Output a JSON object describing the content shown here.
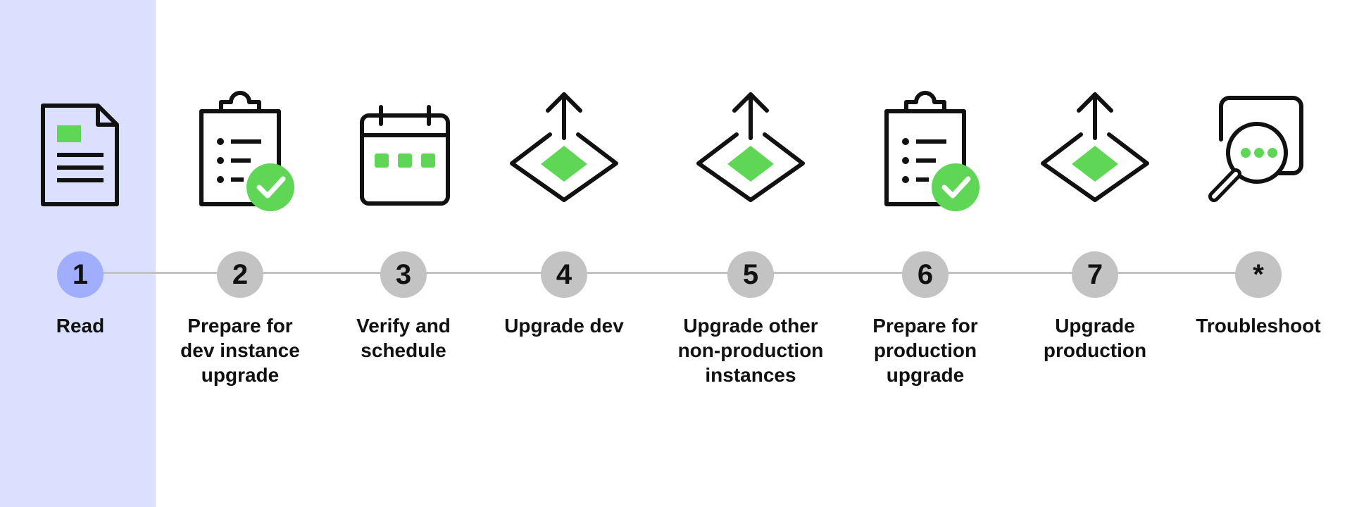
{
  "colors": {
    "active_panel": "#dae0fe",
    "active_badge": "#a1adfd",
    "badge": "#c3c3c3",
    "line": "#c3c3c3",
    "accent": "#5fd655",
    "stroke": "#111111"
  },
  "steps": [
    {
      "badge": "1",
      "icon": "document-icon",
      "label": [
        "Read"
      ]
    },
    {
      "badge": "2",
      "icon": "clipboard-check-icon",
      "label": [
        "Prepare for",
        "dev instance",
        "upgrade"
      ]
    },
    {
      "badge": "3",
      "icon": "calendar-icon",
      "label": [
        "Verify and",
        "schedule"
      ]
    },
    {
      "badge": "4",
      "icon": "upgrade-arrow-icon",
      "label": [
        "Upgrade dev"
      ]
    },
    {
      "badge": "5",
      "icon": "upgrade-arrow-icon",
      "label": [
        "Upgrade other",
        "non-production",
        "instances"
      ]
    },
    {
      "badge": "6",
      "icon": "clipboard-check-icon",
      "label": [
        "Prepare for",
        "production",
        "upgrade"
      ]
    },
    {
      "badge": "7",
      "icon": "upgrade-arrow-icon",
      "label": [
        "Upgrade",
        "production"
      ]
    },
    {
      "badge": "*",
      "icon": "magnifier-search-icon",
      "label": [
        "Troubleshoot"
      ]
    }
  ]
}
